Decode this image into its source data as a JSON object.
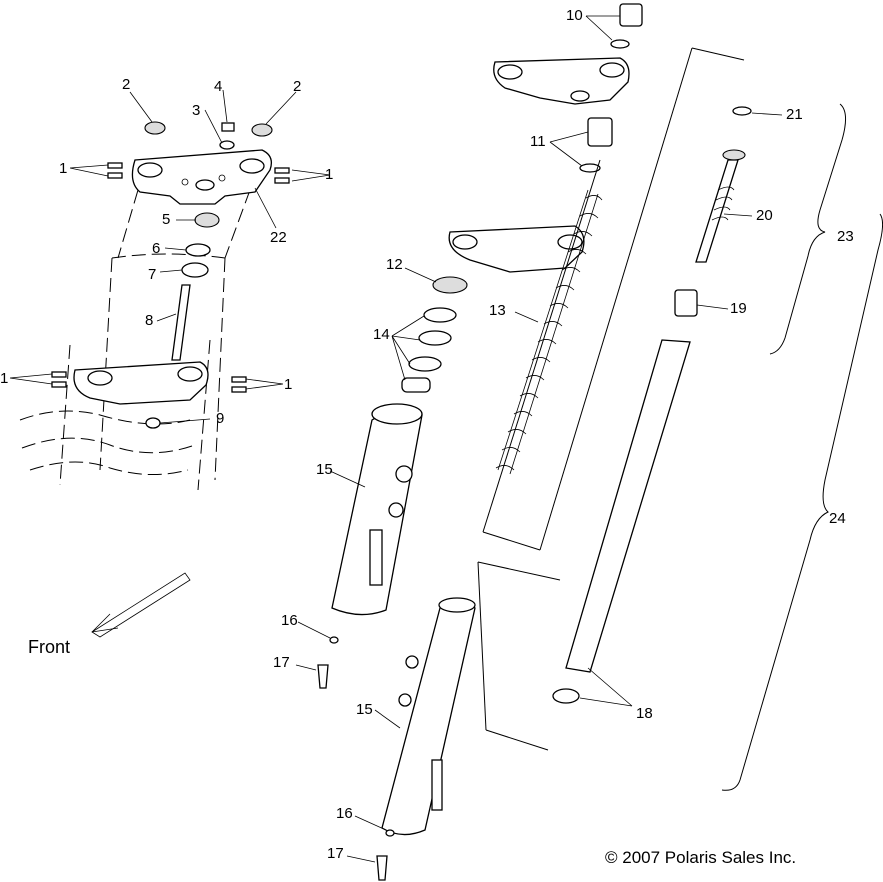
{
  "diagram": {
    "copyright": "© 2007 Polaris Sales Inc.",
    "direction_label": "Front",
    "callouts": [
      {
        "id": "c1a",
        "text": "1"
      },
      {
        "id": "c1b",
        "text": "1"
      },
      {
        "id": "c1c",
        "text": "1"
      },
      {
        "id": "c1d",
        "text": "1"
      },
      {
        "id": "c2a",
        "text": "2"
      },
      {
        "id": "c2b",
        "text": "2"
      },
      {
        "id": "c3",
        "text": "3"
      },
      {
        "id": "c4",
        "text": "4"
      },
      {
        "id": "c5",
        "text": "5"
      },
      {
        "id": "c6",
        "text": "6"
      },
      {
        "id": "c7",
        "text": "7"
      },
      {
        "id": "c8",
        "text": "8"
      },
      {
        "id": "c9",
        "text": "9"
      },
      {
        "id": "c10",
        "text": "10"
      },
      {
        "id": "c11",
        "text": "11"
      },
      {
        "id": "c12",
        "text": "12"
      },
      {
        "id": "c13",
        "text": "13"
      },
      {
        "id": "c14",
        "text": "14"
      },
      {
        "id": "c15a",
        "text": "15"
      },
      {
        "id": "c15b",
        "text": "15"
      },
      {
        "id": "c16a",
        "text": "16"
      },
      {
        "id": "c16b",
        "text": "16"
      },
      {
        "id": "c17a",
        "text": "17"
      },
      {
        "id": "c17b",
        "text": "17"
      },
      {
        "id": "c18",
        "text": "18"
      },
      {
        "id": "c19",
        "text": "19"
      },
      {
        "id": "c20",
        "text": "20"
      },
      {
        "id": "c21",
        "text": "21"
      },
      {
        "id": "c22",
        "text": "22"
      },
      {
        "id": "c23",
        "text": "23"
      },
      {
        "id": "c24",
        "text": "24"
      }
    ]
  }
}
